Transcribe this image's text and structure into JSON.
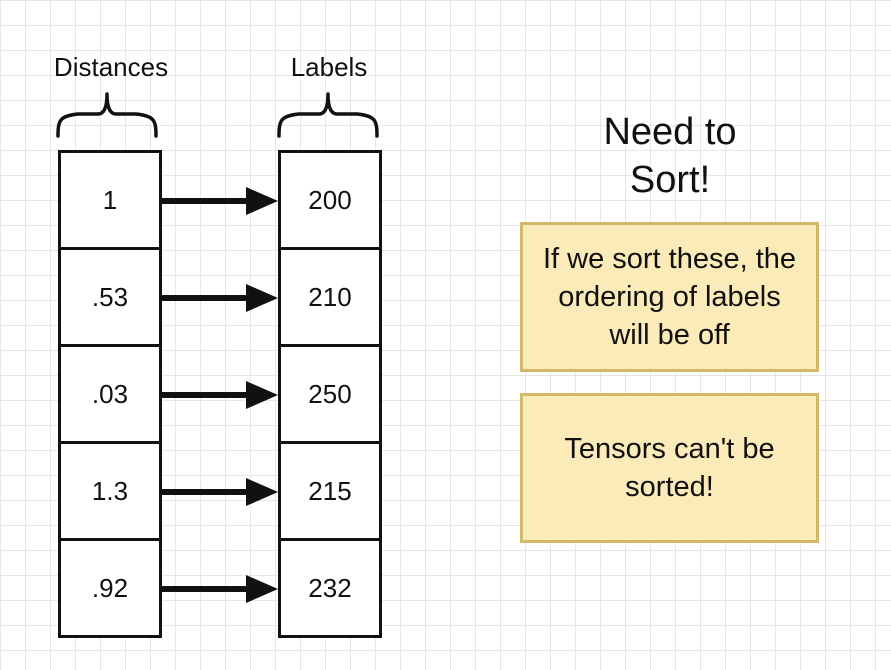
{
  "distances": {
    "header": "Distances",
    "values": [
      "1",
      ".53",
      ".03",
      "1.3",
      ".92"
    ]
  },
  "labels": {
    "header": "Labels",
    "values": [
      "200",
      "210",
      "250",
      "215",
      "232"
    ]
  },
  "callout": {
    "title": "Need to Sort!"
  },
  "notes": [
    {
      "text": "If we sort these, the ordering of labels will be off"
    },
    {
      "text": "Tensors can't be sorted!"
    }
  ],
  "colors": {
    "note_fill": "#fbebb8",
    "note_border": "#d4b86a",
    "grid": "#e7e7e7"
  }
}
